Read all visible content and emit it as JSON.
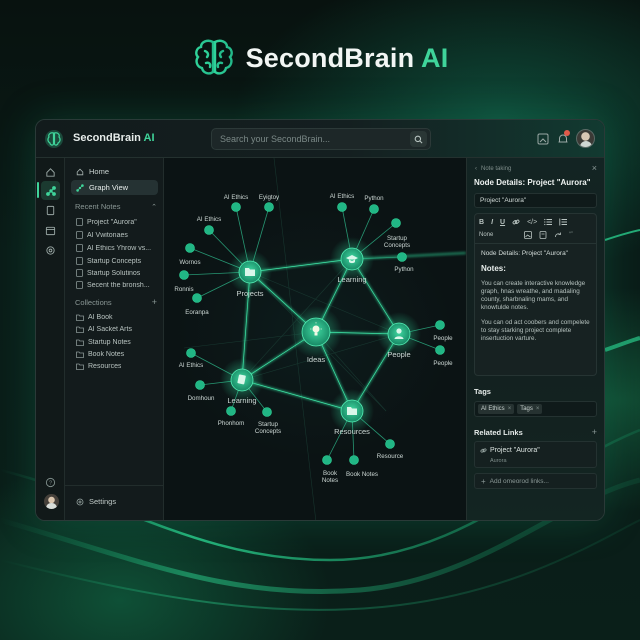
{
  "brand": {
    "name": "SecondBrain",
    "suffix": "AI",
    "accent": "#3fd49a"
  },
  "topbar": {
    "title": "SecondBrain",
    "title_suffix": "AI",
    "search_placeholder": "Search your SecondBrain...",
    "icons": [
      "search-icon",
      "image-icon",
      "bell-icon",
      "avatar"
    ],
    "notification_color": "#e05a4a"
  },
  "rail": {
    "items": [
      "home-icon",
      "graph-icon",
      "notes-icon",
      "calendar-icon",
      "settings-icon"
    ],
    "active_index": 1,
    "bottom": [
      "help-icon",
      "avatar"
    ]
  },
  "sidebar": {
    "nav": [
      {
        "label": "Home",
        "icon": "home-icon"
      },
      {
        "label": "Graph View",
        "icon": "graph-icon",
        "active": true
      }
    ],
    "recent_notes_label": "Recent Notes",
    "recent_notes": [
      "Project \"Aurora\"",
      "AI Vwitonaes",
      "AI Ethics Yhrow vs...",
      "Startup Concepts",
      "Startup Solutinos",
      "Secent the bronsh..."
    ],
    "collections_label": "Collections",
    "collections": [
      "AI Book",
      "AI Sacket Arts",
      "Startup Notes",
      "Book Notes",
      "Resources"
    ],
    "settings_label": "Settings"
  },
  "graph": {
    "hubs": [
      {
        "id": "projects",
        "label": "Projects",
        "icon": "folder-icon"
      },
      {
        "id": "learning_top",
        "label": "Learning",
        "icon": "graduation-cap-icon"
      },
      {
        "id": "ideas",
        "label": "Ideas",
        "icon": "lightbulb-icon"
      },
      {
        "id": "people",
        "label": "People",
        "icon": "user-icon"
      },
      {
        "id": "learning_bottom",
        "label": "Learning",
        "icon": "book-icon"
      },
      {
        "id": "resources",
        "label": "Resources",
        "icon": "folder-icon"
      }
    ],
    "leaves": [
      "AI Ethics",
      "Eyigtoy",
      "AI Ethics",
      "Wornos",
      "Ronnis",
      "Eoranpa",
      "AI Ethics",
      "Python",
      "Startup",
      "Concepts",
      "Python",
      "People",
      "People",
      "AI Ethics",
      "Domhoun",
      "Phonhom",
      "Startup",
      "Concepts",
      "Book",
      "Notes",
      "Book Notes",
      "Resource"
    ]
  },
  "panel": {
    "breadcrumb": "Note taking",
    "title": "Node Details: Project \"Aurora\"",
    "name_value": "Project \"Aurora\"",
    "toolbar": {
      "row1": [
        "B",
        "I",
        "U",
        "link",
        "code",
        "bullet-list",
        "numbered-list"
      ],
      "style_select": "None",
      "row2": [
        "image",
        "embed",
        "redo",
        "quote"
      ]
    },
    "editor": {
      "heading": "Node Details: Project \"Aurora\"",
      "notes_label": "Notes:",
      "para1": "You can create interactive knowledge graph, hnas wreathe, and madaling county, sharbnaling mams, and knowtulde notes.",
      "para2": "You can od act coobers and compelete to stay starking project complete insertuction varture."
    },
    "tags_label": "Tags",
    "tags": [
      "AI Ethics",
      "Tags"
    ],
    "related_links_label": "Related Links",
    "related_link": {
      "title": "Project \"Aurora\"",
      "subtitle": "Aurora"
    },
    "add_link_label": "Add omeorod links..."
  }
}
